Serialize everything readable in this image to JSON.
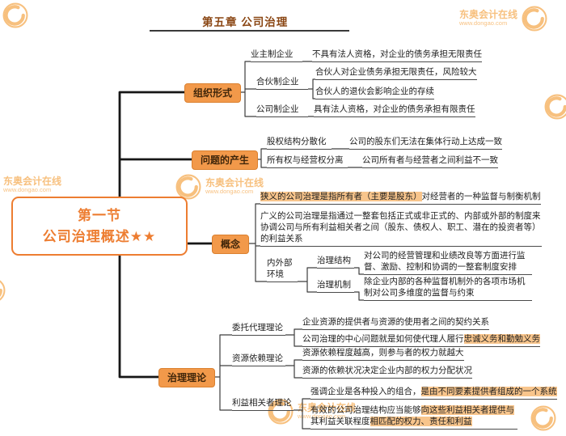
{
  "header": {
    "chapter_title": "第五章 公司治理"
  },
  "watermark": {
    "brand": "东奥会计在线",
    "url": "www.dongao.com"
  },
  "root": {
    "line1": "第一节",
    "line2": "公司治理概述★★"
  },
  "branches": [
    {
      "label": "组织形式",
      "children": [
        {
          "label": "业主制企业",
          "children": [
            {
              "text": "不具有法人资格，对企业的债务承担无限责任"
            }
          ]
        },
        {
          "label": "合伙制企业",
          "children": [
            {
              "text": "合伙人对企业债务承担无限责任，风险较大"
            },
            {
              "text": "合伙人的退伙会影响企业的存续"
            }
          ]
        },
        {
          "label": "公司制企业",
          "children": [
            {
              "text": "具有法人资格，对企业的债务承担有限责任"
            }
          ]
        }
      ]
    },
    {
      "label": "问题的产生",
      "children": [
        {
          "label": "股权结构分散化",
          "children": [
            {
              "text": "公司的股东们无法在集体行动上达成一致"
            }
          ]
        },
        {
          "label": "所有权与经营权分离",
          "children": [
            {
              "text": "公司所有者与经营者之间利益不一致"
            }
          ]
        }
      ]
    },
    {
      "label": "概念",
      "children": [
        {
          "segments": [
            {
              "t": "狭义的公司治理是指所有者（主要是股东）",
              "h": true
            },
            {
              "t": "对经营者的一种监督与制衡机制",
              "h": false
            }
          ]
        },
        {
          "text": "广义的公司治理是指通过一整套包括正式或非正式的、内部或外部的制度来协调公司与所有利益相关者之间（股东、债权人、职工、潜在的投资者等）的利益关系"
        },
        {
          "label": "内外部环境",
          "children": [
            {
              "label": "治理结构",
              "children": [
                {
                  "text": "对公司的经营管理和业绩改良等方面进行监督、激励、控制和协调的一整套制度安排"
                }
              ]
            },
            {
              "label": "治理机制",
              "children": [
                {
                  "text": "除企业内部的各种监督机制外的各项市场机制对公司多维度的监督与约束"
                }
              ]
            }
          ]
        }
      ]
    },
    {
      "label": "治理理论",
      "children": [
        {
          "label": "委托代理理论",
          "children": [
            {
              "text": "企业资源的提供者与资源的使用者之间的契约关系"
            },
            {
              "segments": [
                {
                  "t": "公司治理的中心问题就是如何使代理人履行",
                  "h": false
                },
                {
                  "t": "忠诚义务和勤勉义务",
                  "h": true
                }
              ]
            }
          ]
        },
        {
          "label": "资源依赖理论",
          "children": [
            {
              "text": "资源依赖程度越高，则参与者的权力就越大"
            },
            {
              "text": "资源的依赖状况决定企业内部的权力分配状况"
            }
          ]
        },
        {
          "label": "利益相关者理论",
          "children": [
            {
              "segments": [
                {
                  "t": "强调企业是各种投入的组合，",
                  "h": false
                },
                {
                  "t": "是由不同要素提供者组成的一个系统",
                  "h": true
                }
              ]
            },
            {
              "segments": [
                {
                  "t": "有效的公司治理结构应当能够",
                  "h": false
                },
                {
                  "t": "向这些利益相关者提供与",
                  "h": true
                },
                {
                  "t": "其利益关联程度",
                  "h": false
                },
                {
                  "t": "相匹配的权力、责任和利益",
                  "h": true
                }
              ]
            }
          ]
        }
      ]
    }
  ],
  "colors": {
    "accent": "#ED7D31",
    "branch_bg": "#F2994A",
    "highlight": "#F8C58C",
    "watermark": "#F08300"
  }
}
